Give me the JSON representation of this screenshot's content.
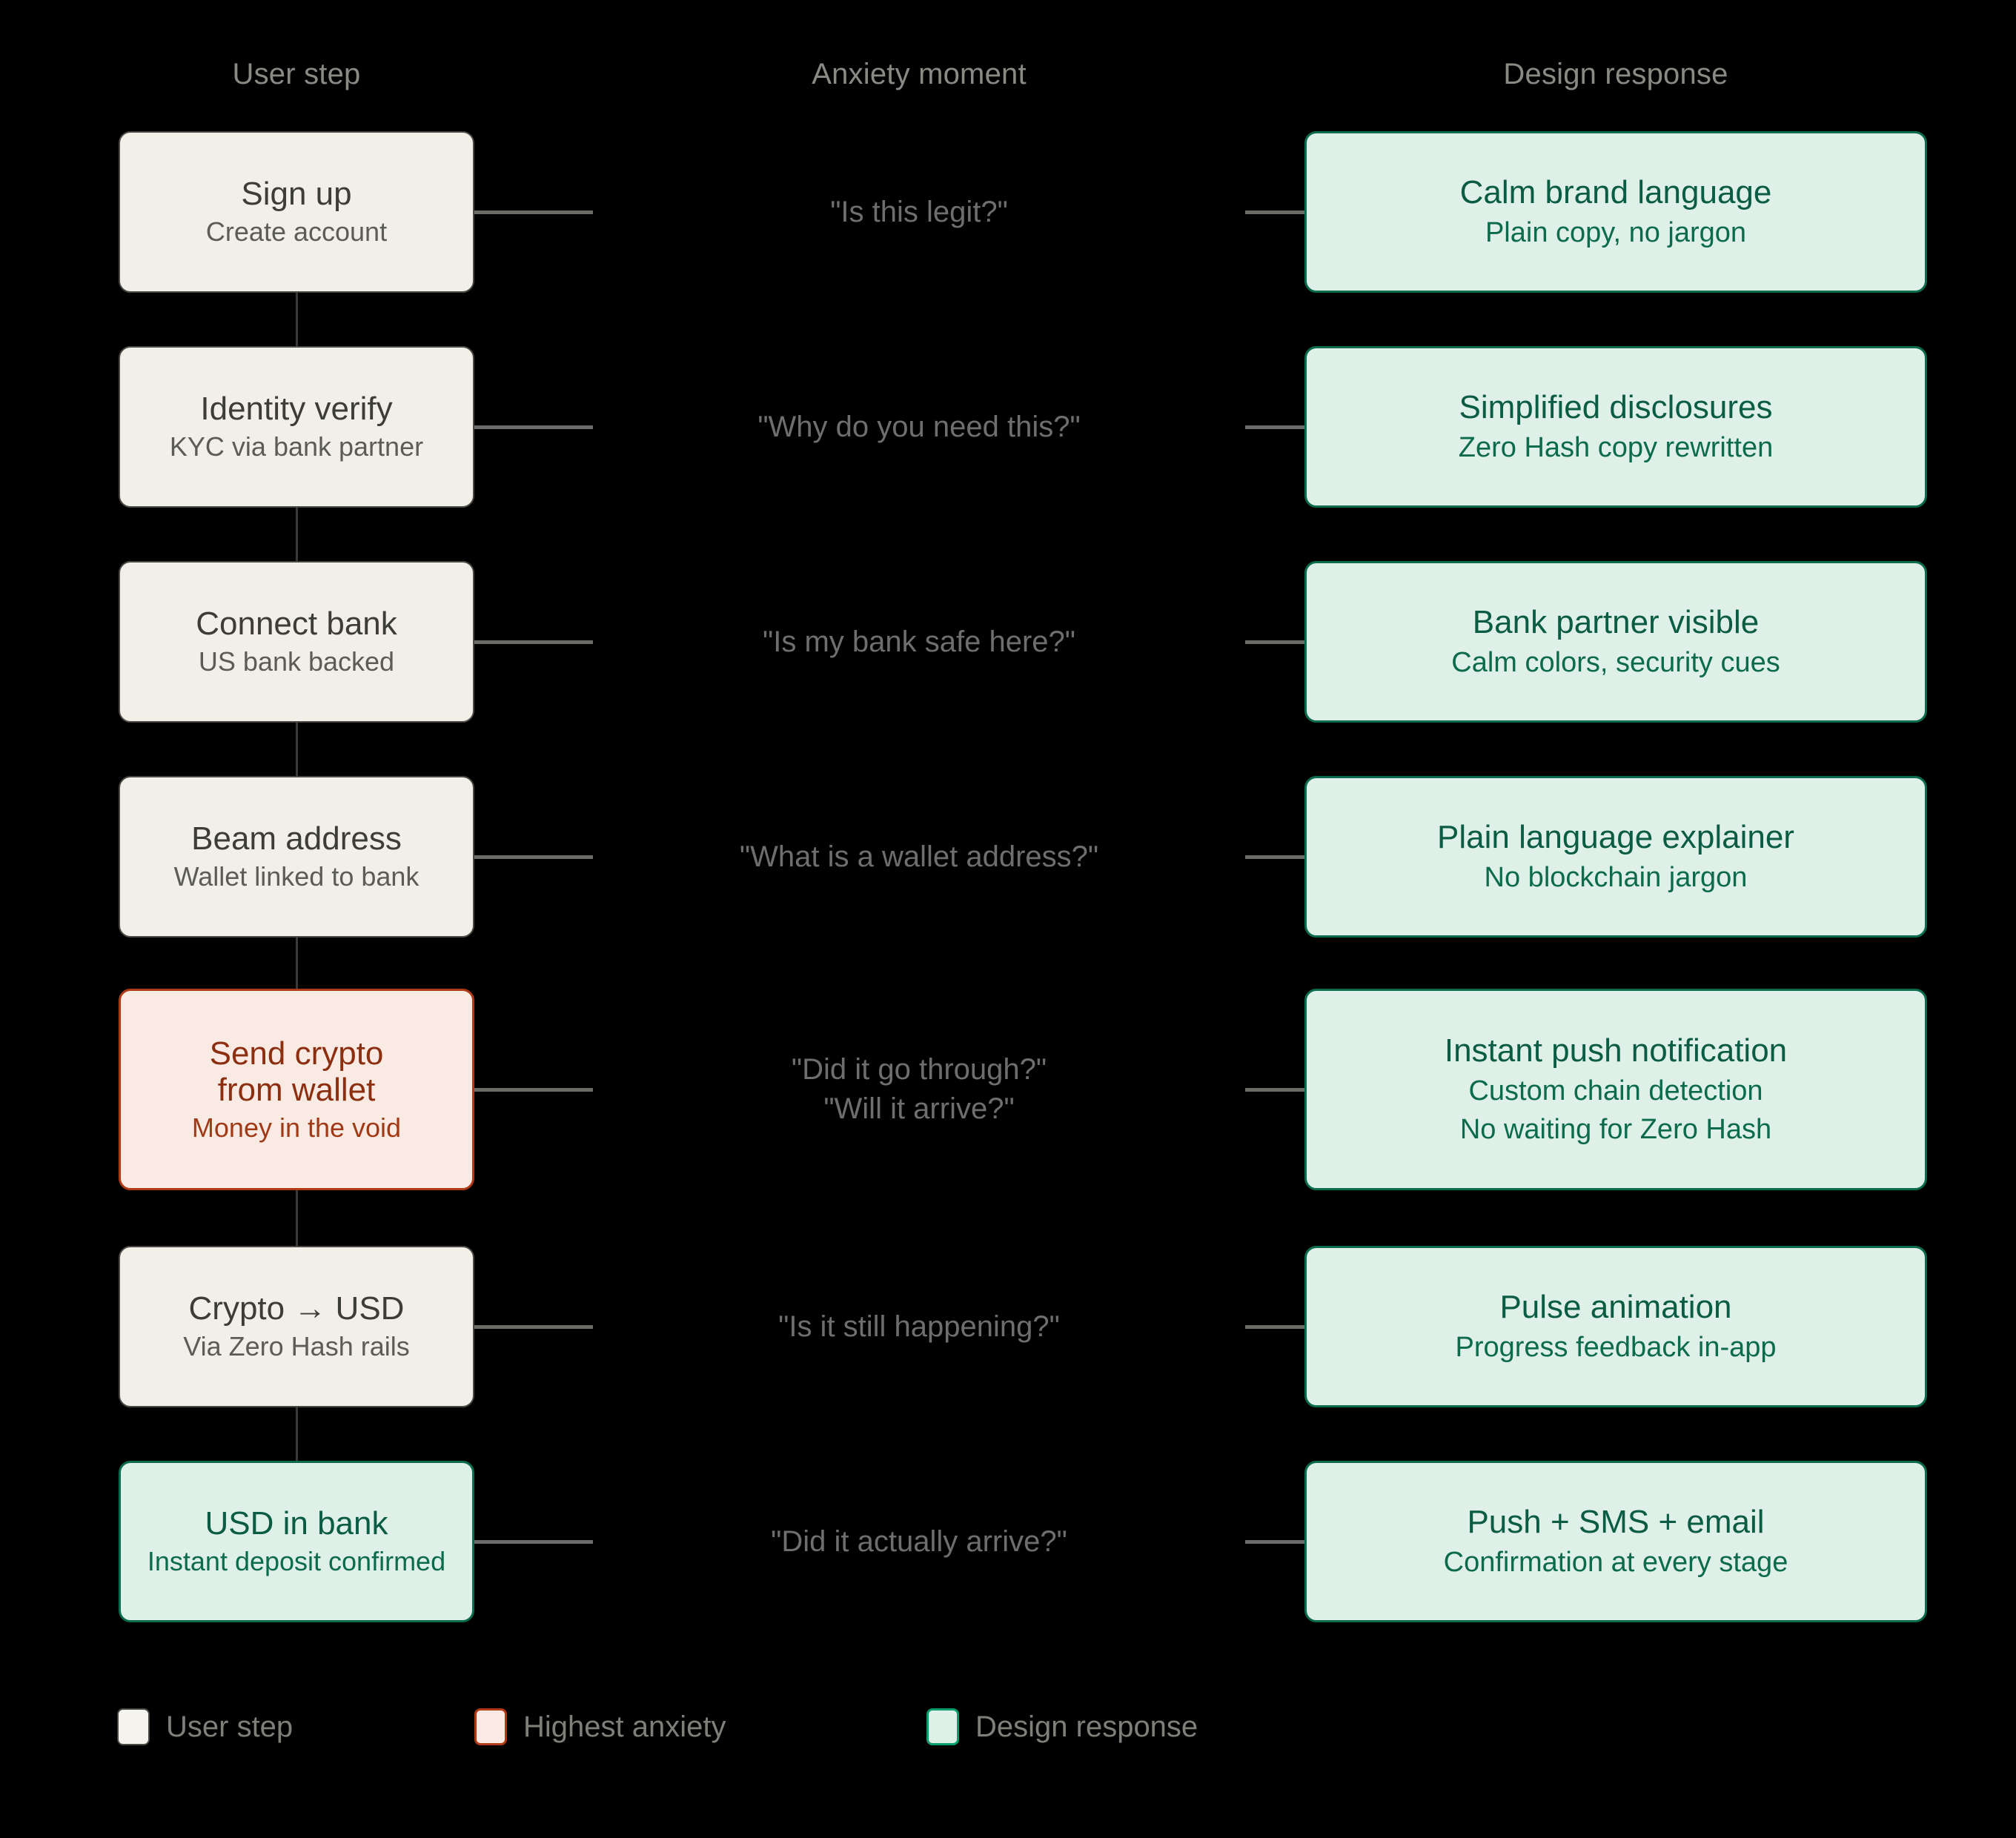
{
  "columns": {
    "user_step": "User step",
    "anxiety_moment": "Anxiety moment",
    "design_response": "Design response"
  },
  "colors": {
    "background": "#000000",
    "neutral_fill": "#f2efe9",
    "neutral_border": "#4a4a45",
    "neutral_title": "#3d3d38",
    "neutral_sub": "#5c5c57",
    "danger_fill": "#faeae4",
    "danger_border": "#b03a16",
    "danger_text": "#8c2f10",
    "success_fill": "#dff0e9",
    "success_border": "#0a6b4e",
    "success_text": "#0b5c44",
    "header_text": "#8a8a85",
    "anxiety_text": "#6e6e6e",
    "connector": "#6b6b68"
  },
  "rows": [
    {
      "step": {
        "title": "Sign up",
        "sub": "Create account",
        "variant": "neutral"
      },
      "anxiety": [
        "\"Is this legit?\""
      ],
      "response": {
        "title": "Calm brand language",
        "sub": "Plain copy, no jargon"
      }
    },
    {
      "step": {
        "title": "Identity verify",
        "sub": "KYC via bank partner",
        "variant": "neutral"
      },
      "anxiety": [
        "\"Why do you need this?\""
      ],
      "response": {
        "title": "Simplified disclosures",
        "sub": "Zero Hash copy rewritten"
      }
    },
    {
      "step": {
        "title": "Connect bank",
        "sub": "US bank backed",
        "variant": "neutral"
      },
      "anxiety": [
        "\"Is my bank safe here?\""
      ],
      "response": {
        "title": "Bank partner visible",
        "sub": "Calm colors, security cues"
      }
    },
    {
      "step": {
        "title": "Beam address",
        "sub": "Wallet linked to bank",
        "variant": "neutral"
      },
      "anxiety": [
        "\"What is a wallet address?\""
      ],
      "response": {
        "title": "Plain language explainer",
        "sub": "No blockchain jargon"
      }
    },
    {
      "step": {
        "title": "Send crypto\nfrom wallet",
        "sub": "Money in the void",
        "variant": "danger"
      },
      "anxiety": [
        "\"Did it go through?\"",
        "\"Will it arrive?\""
      ],
      "response": {
        "title": "Instant push notification",
        "sub": "Custom chain detection\nNo waiting for Zero Hash"
      }
    },
    {
      "step": {
        "title": "Crypto → USD",
        "sub": "Via Zero Hash rails",
        "variant": "neutral"
      },
      "anxiety": [
        "\"Is it still happening?\""
      ],
      "response": {
        "title": "Pulse animation",
        "sub": "Progress feedback in-app"
      }
    },
    {
      "step": {
        "title": "USD in bank",
        "sub": "Instant deposit confirmed",
        "variant": "success"
      },
      "anxiety": [
        "\"Did it actually arrive?\""
      ],
      "response": {
        "title": "Push + SMS + email",
        "sub": "Confirmation at every stage"
      }
    }
  ],
  "legend": [
    {
      "label": "User step",
      "swatch": "neutral"
    },
    {
      "label": "Highest anxiety",
      "swatch": "danger"
    },
    {
      "label": "Design response",
      "swatch": "success"
    }
  ]
}
